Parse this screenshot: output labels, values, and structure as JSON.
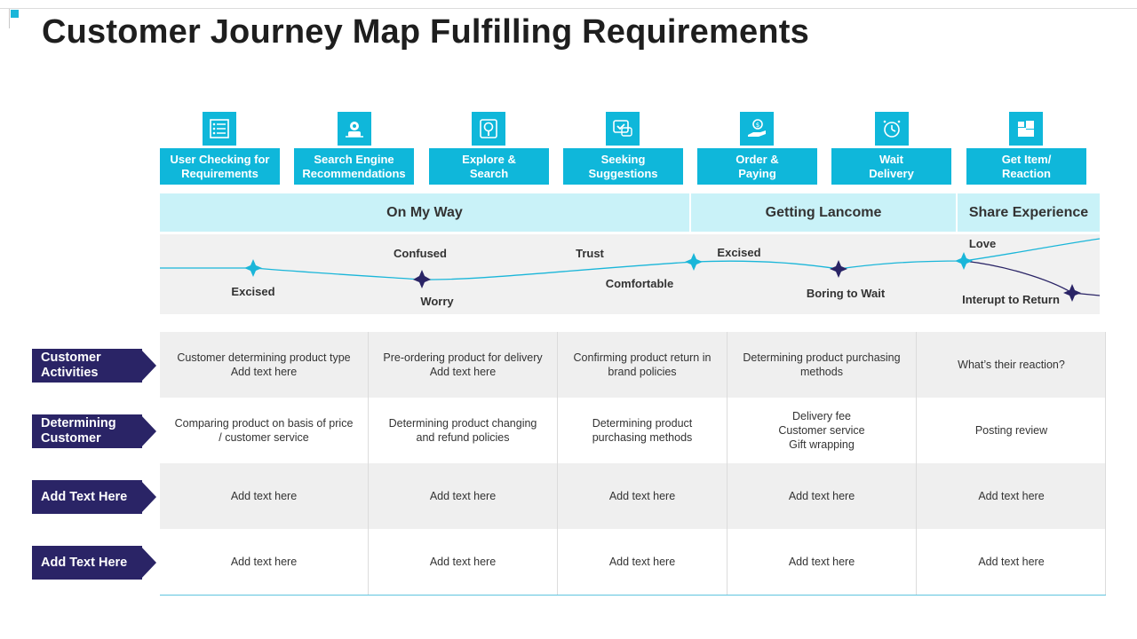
{
  "title": "Customer Journey Map Fulfilling Requirements",
  "colors": {
    "accent": "#0fb7da",
    "phase_bg": "#c9f2f8",
    "dark": "#2a2466",
    "band_bg": "#f1f1f1"
  },
  "stages": [
    {
      "label": "User Checking for\nRequirements",
      "icon": "checklist-icon"
    },
    {
      "label": "Search Engine\nRecommendations",
      "icon": "search-engine-icon"
    },
    {
      "label": "Explore &\nSearch",
      "icon": "explore-icon"
    },
    {
      "label": "Seeking\nSuggestions",
      "icon": "suggestion-chat-icon"
    },
    {
      "label": "Order &\nPaying",
      "icon": "payment-hand-icon"
    },
    {
      "label": "Wait\nDelivery",
      "icon": "clock-icon"
    },
    {
      "label": "Get Item/\nReaction",
      "icon": "box-icon"
    }
  ],
  "phases": [
    "On My Way",
    "Getting Lancome",
    "Share Experience"
  ],
  "emotions": {
    "labels": [
      "Excised",
      "Confused",
      "Worry",
      "Trust",
      "Comfortable",
      "Excised",
      "Boring to Wait",
      "Love",
      "Interupt to Return"
    ]
  },
  "rows": [
    {
      "label": "Customer\nActivities",
      "cells": [
        "Customer determining product type\nAdd text here",
        "Pre-ordering  product for delivery\nAdd text here",
        "Confirming  product return in\nbrand policies",
        "Determining  product purchasing\nmethods",
        "What’s their reaction?"
      ]
    },
    {
      "label": "Determining\nCustomer",
      "cells": [
        "Comparing  product on basis of price\n/ customer service",
        "Determining  product changing\nand refund policies",
        "Determining  product\npurchasing methods",
        "Delivery  fee\nCustomer service\nGift wrapping",
        "Posting review"
      ]
    },
    {
      "label": "Add Text Here",
      "cells": [
        "Add text here",
        "Add text here",
        "Add text here",
        "Add text here",
        "Add text here"
      ]
    },
    {
      "label": "Add Text Here",
      "cells": [
        "Add text here",
        "Add text here",
        "Add text here",
        "Add text here",
        "Add text here"
      ]
    }
  ]
}
